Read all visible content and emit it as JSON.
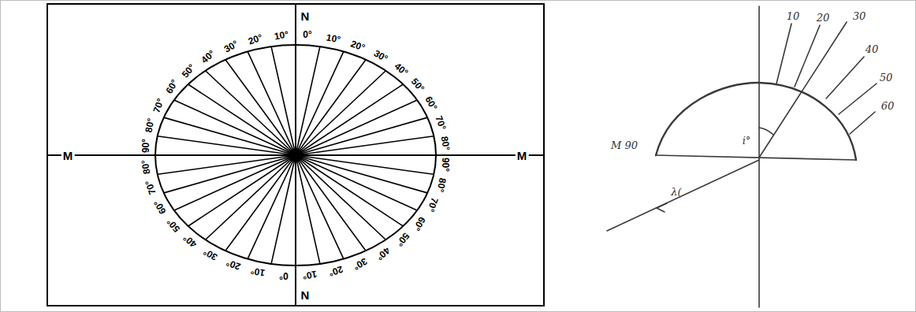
{
  "diagram": {
    "labels": [
      "N",
      "M",
      "M",
      "N",
      "0°",
      "10°",
      "20°",
      "30°",
      "40°",
      "50°",
      "60°",
      "70°",
      "80°",
      "90°",
      "80°",
      "70°",
      "60°",
      "50°",
      "40°",
      "30°",
      "20°",
      "10°",
      "0°",
      "10°",
      "20°",
      "30°",
      "40°",
      "50°",
      "60°",
      "70°",
      "80°",
      "90°",
      "80°",
      "70°",
      "60°",
      "50°",
      "40°",
      "30°",
      "20°",
      "10°",
      "10",
      "20",
      "30",
      "40",
      "50",
      "60",
      "M 90",
      "i°",
      "λ("
    ]
  }
}
